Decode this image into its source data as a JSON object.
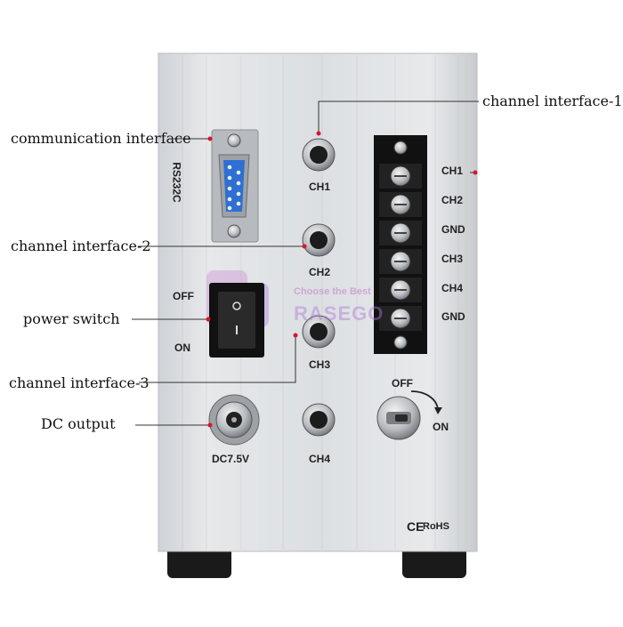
{
  "callouts": {
    "communication_interface": "communication interface",
    "channel_interface_1": "channel interface-1",
    "channel_interface_2": "channel interface-2",
    "power_switch": "power switch",
    "channel_interface_3": "channel interface-3",
    "dc_output": "DC output"
  },
  "panel": {
    "rs232_label": "RS232C",
    "ports": [
      "CH1",
      "CH2",
      "CH3",
      "CH4"
    ],
    "rocker_off": "OFF",
    "rocker_on": "ON",
    "dc_label": "DC7.5V",
    "terminal_labels": [
      "CH1",
      "CH2",
      "GND",
      "CH3",
      "CH4",
      "GND"
    ],
    "key_off": "OFF",
    "key_on": "ON",
    "ce_mark": "CE",
    "rohs": "RoHS",
    "watermark_top": "Choose the Best",
    "watermark_brand": "RASEGO"
  },
  "colors": {
    "callout_dot": "#d9142b",
    "panel": "#d9dbde",
    "connector_blue": "#2f6fd1"
  }
}
